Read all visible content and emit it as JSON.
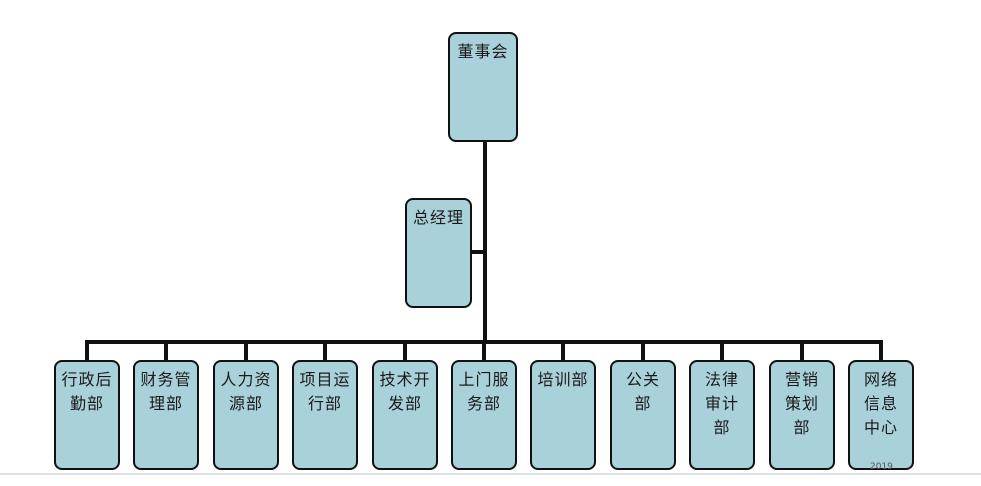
{
  "top": {
    "label": "董事会"
  },
  "manager": {
    "label": "总经理"
  },
  "departments": [
    {
      "lines": [
        "行政后",
        "勤部"
      ]
    },
    {
      "lines": [
        "财务管",
        "理部"
      ]
    },
    {
      "lines": [
        "人力资",
        "源部"
      ]
    },
    {
      "lines": [
        "项目运",
        "行部"
      ]
    },
    {
      "lines": [
        "技术开",
        "发部"
      ]
    },
    {
      "lines": [
        "上门服",
        "务部"
      ]
    },
    {
      "lines": [
        "培训部"
      ]
    },
    {
      "lines": [
        "公关",
        "部"
      ]
    },
    {
      "lines": [
        "法律",
        "审计",
        "部"
      ]
    },
    {
      "lines": [
        "营销",
        "策划",
        "部"
      ]
    },
    {
      "lines": [
        "网络",
        "信息",
        "中心"
      ]
    }
  ],
  "watermark": "2019",
  "colors": {
    "box_fill": "#a9d1d9",
    "line": "#111111"
  }
}
